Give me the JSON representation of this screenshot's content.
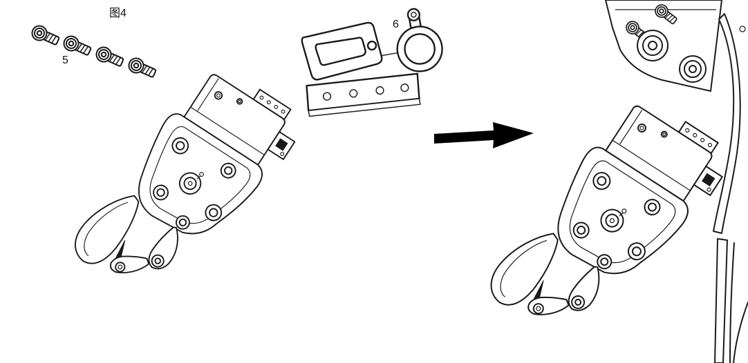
{
  "figure": {
    "caption": "图4",
    "part_labels": {
      "screws": "5",
      "bracket": "6"
    }
  },
  "parts": {
    "screws_icon": "hex-socket-screws",
    "bracket_icon": "camera-mount-bracket",
    "gripper_icon": "robotic-gripper-hand",
    "arrow_icon": "right-transform-arrow",
    "robot_icon": "robot-arm-wrist"
  },
  "colors": {
    "background": "#ffffff",
    "line": "#1a1a1a",
    "arrow": "#000000"
  }
}
